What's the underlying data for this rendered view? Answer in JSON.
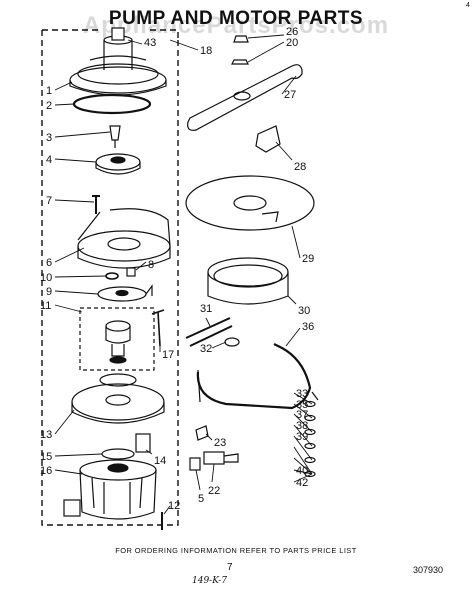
{
  "header": {
    "title": "PUMP AND MOTOR PARTS",
    "watermark": "AppliancePartsPros.com"
  },
  "footer": {
    "ordering_note": "FOR ORDERING INFORMATION REFER TO PARTS PRICE LIST",
    "page_number": "7",
    "part_code": "307930",
    "handwritten": "149-K-7",
    "corner_mark": "4"
  },
  "callouts": [
    {
      "id": "1",
      "text": "1"
    },
    {
      "id": "2",
      "text": "2"
    },
    {
      "id": "3",
      "text": "3"
    },
    {
      "id": "4",
      "text": "4"
    },
    {
      "id": "5",
      "text": "5"
    },
    {
      "id": "6",
      "text": "6"
    },
    {
      "id": "7",
      "text": "7"
    },
    {
      "id": "8",
      "text": "8"
    },
    {
      "id": "9",
      "text": "9"
    },
    {
      "id": "10",
      "text": "10"
    },
    {
      "id": "11",
      "text": "11"
    },
    {
      "id": "12",
      "text": "12"
    },
    {
      "id": "13",
      "text": "13"
    },
    {
      "id": "14",
      "text": "14"
    },
    {
      "id": "15",
      "text": "15"
    },
    {
      "id": "16",
      "text": "16"
    },
    {
      "id": "17",
      "text": "17"
    },
    {
      "id": "18",
      "text": "18"
    },
    {
      "id": "20",
      "text": "20"
    },
    {
      "id": "22",
      "text": "22"
    },
    {
      "id": "23",
      "text": "23"
    },
    {
      "id": "26",
      "text": "26"
    },
    {
      "id": "27",
      "text": "27"
    },
    {
      "id": "28",
      "text": "28"
    },
    {
      "id": "29",
      "text": "29"
    },
    {
      "id": "30",
      "text": "30"
    },
    {
      "id": "31",
      "text": "31"
    },
    {
      "id": "32",
      "text": "32"
    },
    {
      "id": "33",
      "text": "33"
    },
    {
      "id": "35",
      "text": "35"
    },
    {
      "id": "36",
      "text": "36"
    },
    {
      "id": "37",
      "text": "37"
    },
    {
      "id": "38",
      "text": "38"
    },
    {
      "id": "39",
      "text": "39"
    },
    {
      "id": "40",
      "text": "40"
    },
    {
      "id": "42",
      "text": "42"
    },
    {
      "id": "43",
      "text": "43"
    }
  ]
}
